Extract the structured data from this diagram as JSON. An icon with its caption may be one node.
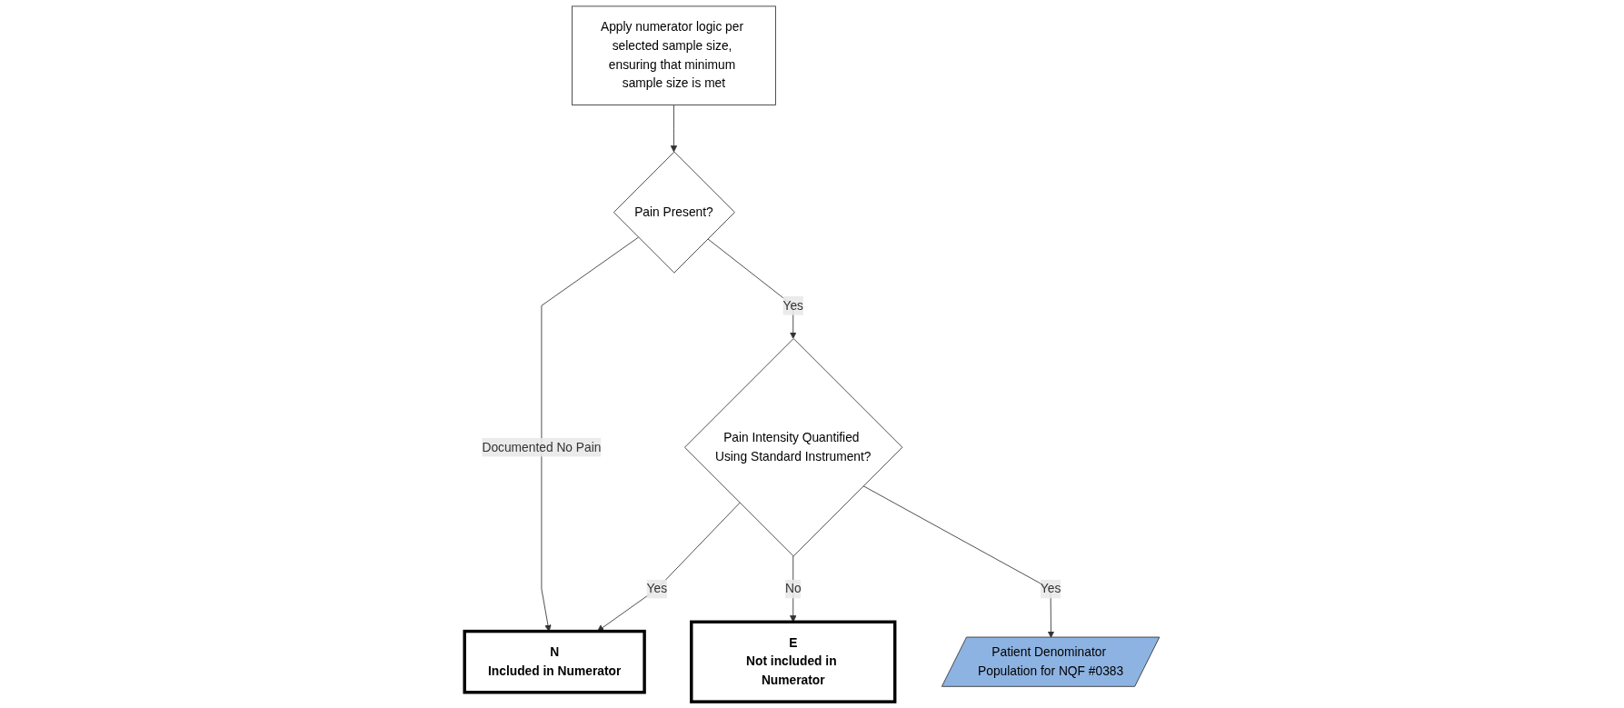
{
  "diagram": {
    "nodes": [
      {
        "text": [
          "Apply numerator logic per selected sample size, ensuring that minimum sample size is met"
        ]
      },
      {
        "text": [
          "Pain Present?"
        ]
      },
      {
        "text": [
          "N",
          "Included in Numerator"
        ]
      },
      {
        "text": [
          "Pain Intensity Quantified Using Standard Instrument?"
        ]
      },
      {
        "text": [
          "E",
          "Not included in Numerator"
        ]
      },
      {
        "text": [
          "Patient Denominator Population for NQF #0383"
        ]
      }
    ],
    "edges": [
      {
        "from": 0,
        "to": 1,
        "arrow": "to"
      },
      {
        "from": 1,
        "to": 2,
        "arrow": "to",
        "label": "Documented No Pain"
      },
      {
        "from": 1,
        "to": 3,
        "arrow": "to",
        "label": "Yes"
      },
      {
        "from": 3,
        "to": 4,
        "arrow": "to",
        "label": "No"
      },
      {
        "from": 3,
        "to": 2,
        "arrow": "to",
        "label": "Yes"
      },
      {
        "from": 3,
        "to": 5,
        "arrow": "to",
        "label": "Yes"
      }
    ]
  }
}
